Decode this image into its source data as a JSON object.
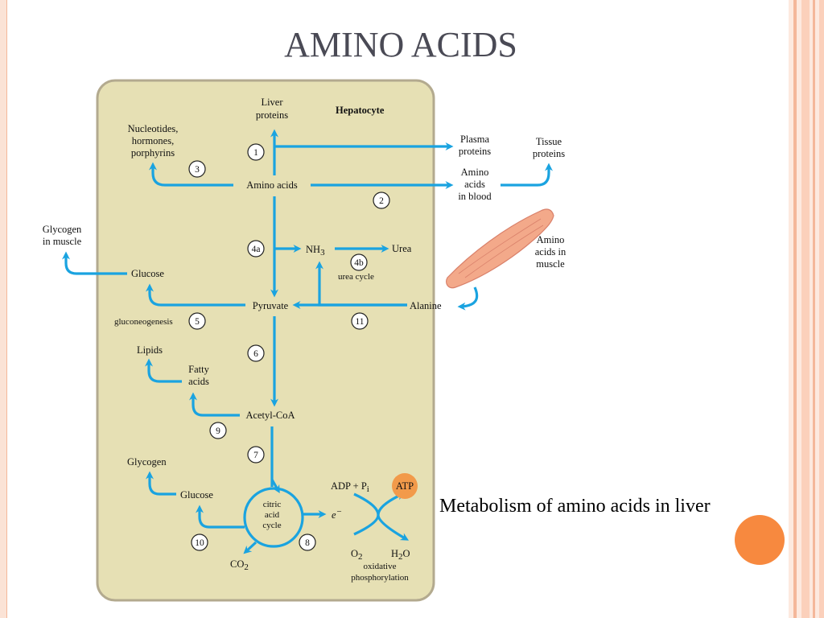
{
  "slide": {
    "title": "AMINO ACIDS",
    "caption": "Metabolism of amino acids in liver"
  },
  "diagram": {
    "cell_label": "Hepatocyte",
    "liver_proteins": [
      "Liver",
      "proteins"
    ],
    "nucleotides": [
      "Nucleotides,",
      "hormones,",
      "porphyrins"
    ],
    "plasma_proteins": [
      "Plasma",
      "proteins"
    ],
    "tissue_proteins": [
      "Tissue",
      "proteins"
    ],
    "amino_acids": "Amino acids",
    "amino_acids_blood": [
      "Amino",
      "acids",
      "in blood"
    ],
    "glycogen_muscle": [
      "Glycogen",
      "in muscle"
    ],
    "nh3": "NH",
    "nh3_sub": "3",
    "urea": "Urea",
    "urea_cycle": "urea cycle",
    "amino_acids_muscle": [
      "Amino",
      "acids in",
      "muscle"
    ],
    "glucose_top": "Glucose",
    "pyruvate": "Pyruvate",
    "alanine": "Alanine",
    "gluconeogenesis": "gluconeogenesis",
    "lipids": "Lipids",
    "fatty_acids": [
      "Fatty",
      "acids"
    ],
    "acetyl_coa": "Acetyl-CoA",
    "glycogen": "Glycogen",
    "glucose_bottom": "Glucose",
    "citric_acid_cycle": [
      "citric",
      "acid",
      "cycle"
    ],
    "co2": "CO",
    "co2_sub": "2",
    "adp": "ADP + P",
    "adp_sub": "i",
    "atp": "ATP",
    "electron": "e",
    "electron_sup": "−",
    "o2": "O",
    "o2_sub": "2",
    "h2o": "H",
    "h2o_sub": "2",
    "h2o_tail": "O",
    "ox_phos": [
      "oxidative",
      "phosphorylation"
    ],
    "steps": [
      "1",
      "2",
      "3",
      "4a",
      "4b",
      "5",
      "6",
      "7",
      "8",
      "9",
      "10",
      "11"
    ]
  },
  "colors": {
    "cell_fill": "#e6e0b4",
    "cell_border": "#b3aa8f",
    "arrow": "#1aa3e0",
    "atp": "#f29a4a",
    "accent_dot": "#f7893f",
    "title": "#4a4a55",
    "muscle": "#f3a98a"
  }
}
